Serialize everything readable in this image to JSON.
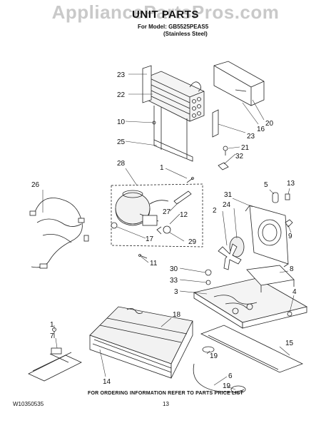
{
  "watermark": "AppliancePartsPros.com",
  "header": {
    "title": "UNIT PARTS",
    "model_line": "For Model: GB5525PEAS5",
    "finish_line": "(Stainless Steel)"
  },
  "callouts": [
    "23",
    "22",
    "10",
    "25",
    "28",
    "26",
    "1",
    "27",
    "12",
    "17",
    "29",
    "11",
    "20",
    "16",
    "23",
    "21",
    "32",
    "5",
    "13",
    "31",
    "2",
    "24",
    "9",
    "30",
    "33",
    "3",
    "8",
    "4",
    "18",
    "15",
    "1",
    "7",
    "19",
    "14",
    "6",
    "19"
  ],
  "footer": {
    "ordering_note": "FOR ORDERING INFORMATION REFER TO PARTS PRICE LIST",
    "doc_id": "W10350535",
    "page_number": "13"
  }
}
